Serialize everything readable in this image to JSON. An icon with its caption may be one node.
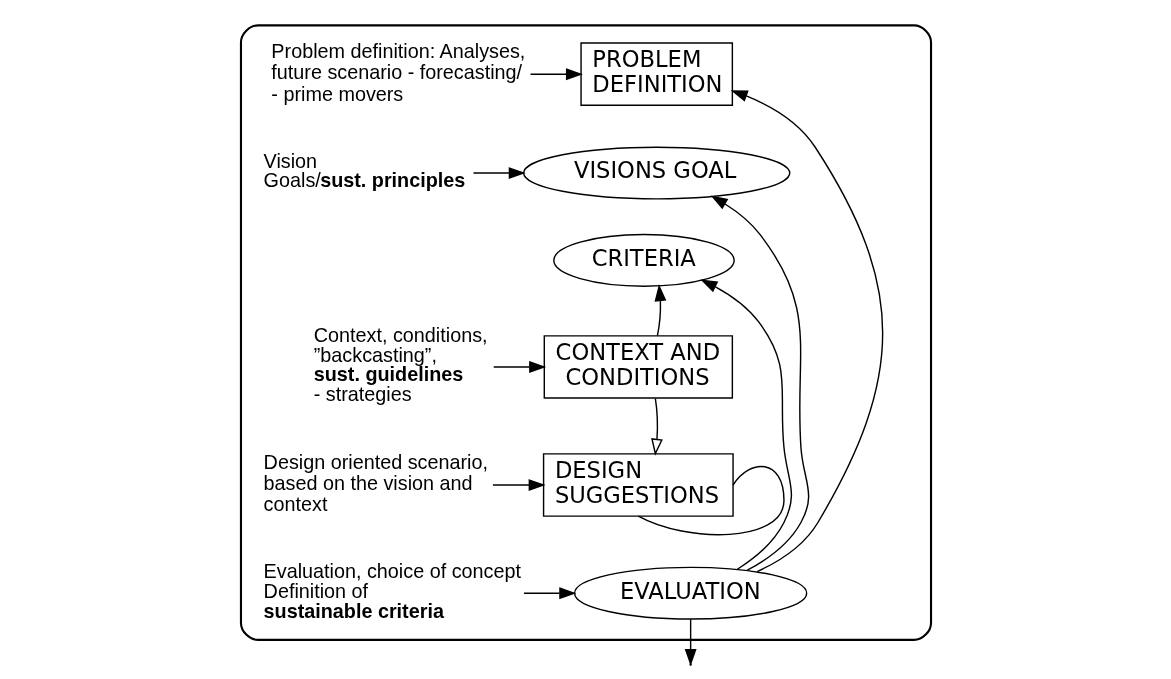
{
  "diagram": {
    "nodes": [
      {
        "text": [],
        "shape": "box"
      },
      {
        "text": [
          "PROBLEM DEFINITION"
        ],
        "in": 0
      },
      {
        "text": [
          "VISIONS GOAL"
        ],
        "in": 0
      },
      {
        "text": [
          "CRITERIA"
        ],
        "in": 0
      },
      {
        "text": [
          "CONTEXT AND CONDITIONS"
        ],
        "in": 0
      },
      {
        "text": [
          "DESIGN SUGGESTIONS"
        ],
        "in": 0
      },
      {
        "text": [
          "EVALUATION"
        ],
        "in": 0
      },
      {
        "text": [
          "Problem definition: Analyses, future scenario - forecasting/ - prime movers"
        ],
        "in": 0
      },
      {
        "text": [
          "Vision Goals/**sust. principles**"
        ],
        "in": 0
      },
      {
        "text": [
          "Context, conditions, ”backcasting”, **sust. guidelines** - strategies"
        ],
        "in": 0
      },
      {
        "text": [
          "Design oriented scenario, based on the vision and context"
        ],
        "in": 0
      },
      {
        "text": [
          "Evaluation, choice of concept Definition of **sustainable criteria**"
        ],
        "in": 0
      }
    ],
    "edges": [
      {
        "from": 7,
        "to": 1,
        "arrow": "to"
      },
      {
        "from": 8,
        "to": 2,
        "arrow": "to"
      },
      {
        "from": 9,
        "to": 4,
        "arrow": "to"
      },
      {
        "from": 10,
        "to": 5,
        "arrow": "to"
      },
      {
        "from": 11,
        "to": 6,
        "arrow": "to"
      },
      {
        "from": 4,
        "to": 3,
        "arrow": "to"
      },
      {
        "from": 4,
        "to": 5,
        "arrow": "to"
      },
      {
        "from": 5,
        "to": 5,
        "arrow": "none"
      },
      {
        "from": 6,
        "to": 1,
        "arrow": "to"
      },
      {
        "from": 6,
        "to": 2,
        "arrow": "to"
      },
      {
        "from": 6,
        "to": 3,
        "arrow": "to"
      },
      {
        "from": 6,
        "to": null,
        "arrow": "to"
      }
    ]
  }
}
